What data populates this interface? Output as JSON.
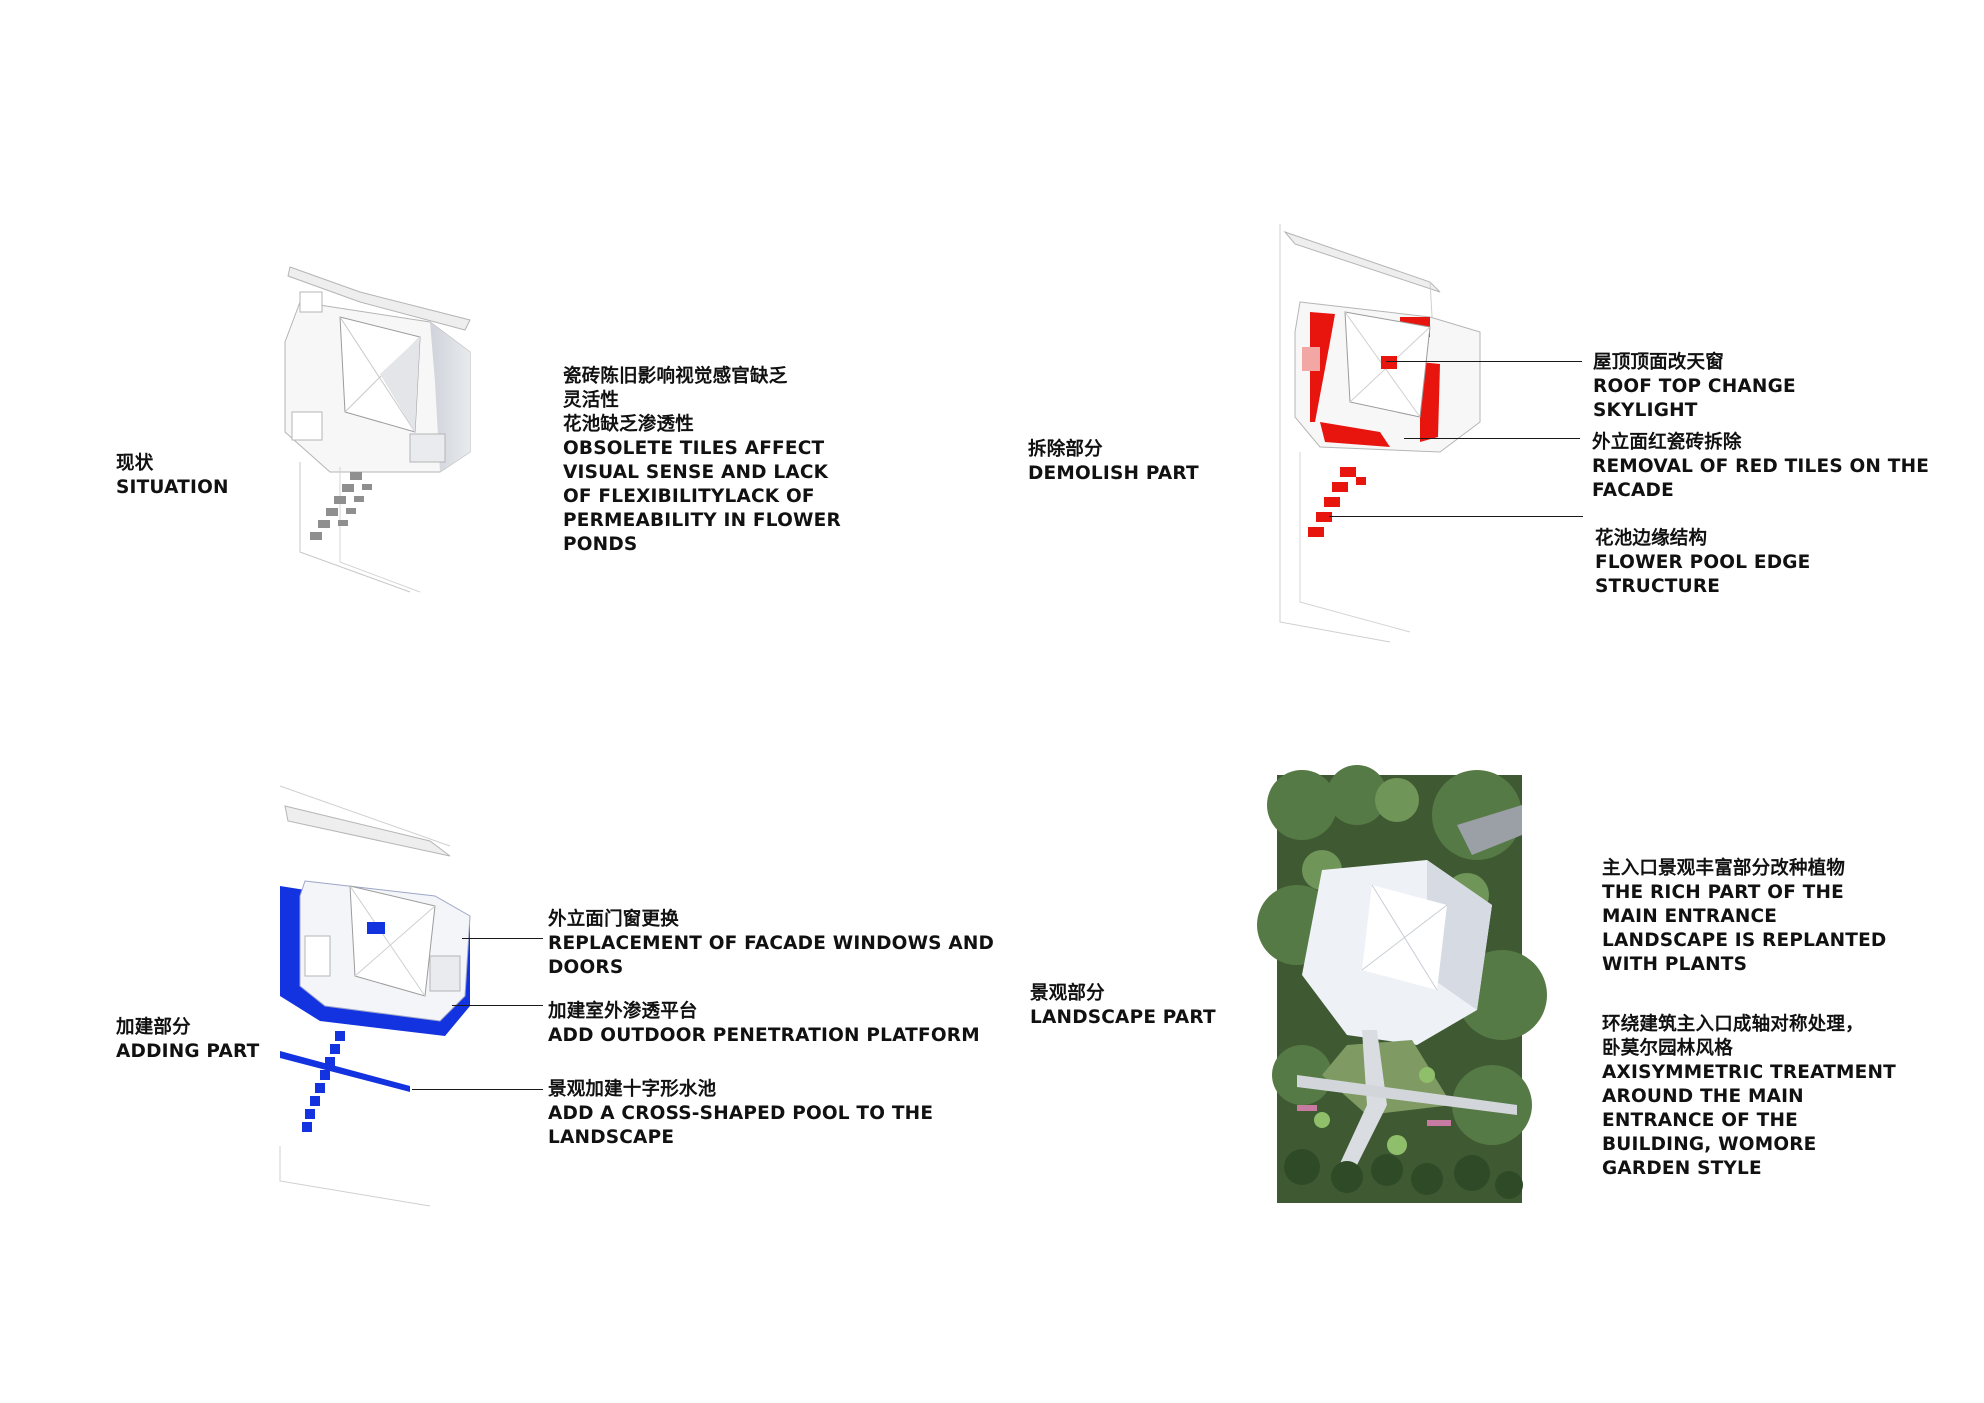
{
  "colors": {
    "demolish_red": "#e8140e",
    "adding_blue": "#1433e0",
    "text": "#111111",
    "leader": "#1a1a1a"
  },
  "situation": {
    "title": [
      "现状",
      "SITUATION"
    ],
    "note": [
      "瓷砖陈旧影响视觉感官缺乏",
      "灵活性",
      "花池缺乏渗透性",
      "OBSOLETE TILES AFFECT",
      "VISUAL SENSE AND LACK",
      "OF FLEXIBILITYLACK OF",
      "PERMEABILITY IN FLOWER",
      "PONDS"
    ]
  },
  "demolish": {
    "title": [
      "拆除部分",
      "DEMOLISH PART"
    ],
    "notes": [
      [
        "屋顶顶面改天窗",
        "ROOF TOP CHANGE",
        "SKYLIGHT"
      ],
      [
        "外立面红瓷砖拆除",
        "REMOVAL OF RED TILES ON THE",
        "FACADE"
      ],
      [
        "花池边缘结构",
        "FLOWER POOL EDGE",
        "STRUCTURE"
      ]
    ]
  },
  "adding": {
    "title": [
      "加建部分",
      "ADDING PART"
    ],
    "notes": [
      [
        "外立面门窗更换",
        "REPLACEMENT OF FACADE WINDOWS AND",
        "DOORS"
      ],
      [
        "加建室外渗透平台",
        "ADD OUTDOOR PENETRATION PLATFORM"
      ],
      [
        "景观加建十字形水池",
        "ADD A CROSS-SHAPED POOL TO THE",
        "LANDSCAPE"
      ]
    ]
  },
  "landscape": {
    "title": [
      "景观部分",
      "LANDSCAPE PART"
    ],
    "notes": [
      [
        "主入口景观丰富部分改种植物",
        "THE RICH PART OF THE",
        "MAIN ENTRANCE",
        "LANDSCAPE IS REPLANTED",
        "WITH PLANTS"
      ],
      [
        "环绕建筑主入口成轴对称处理，",
        "卧莫尔园林风格",
        "AXISYMMETRIC TREATMENT",
        "AROUND THE MAIN",
        "ENTRANCE OF THE",
        "BUILDING, WOMORE",
        "GARDEN STYLE"
      ]
    ]
  }
}
